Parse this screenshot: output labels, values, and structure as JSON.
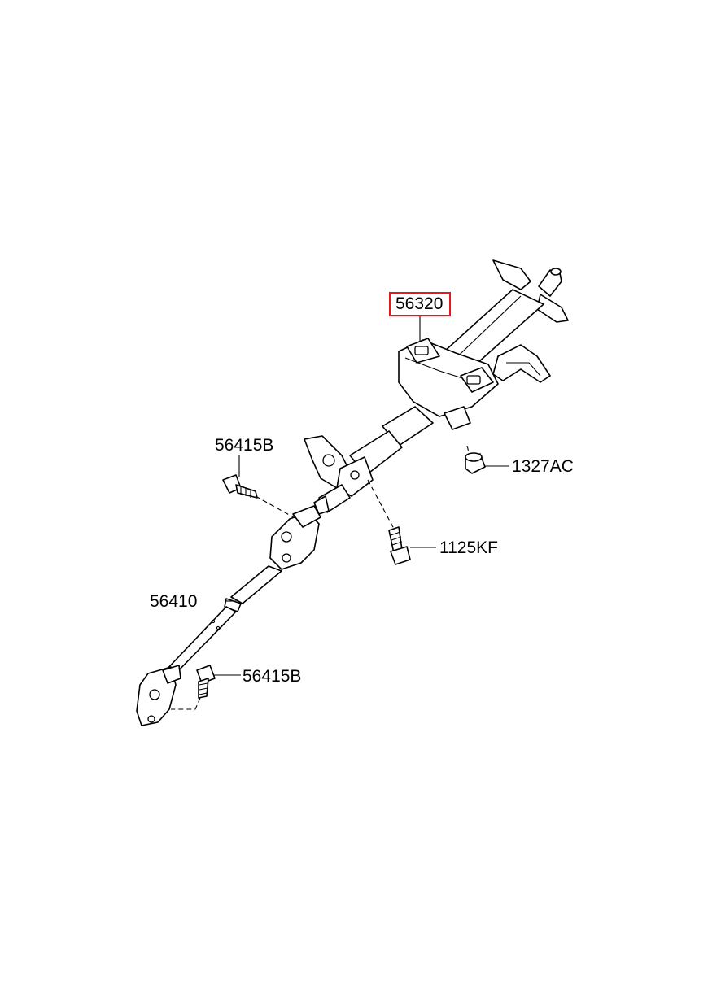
{
  "diagram": {
    "callouts": [
      {
        "id": "c56320",
        "text": "56320",
        "highlighted": true
      },
      {
        "id": "c56415B_top",
        "text": "56415B",
        "highlighted": false
      },
      {
        "id": "c1327AC",
        "text": "1327AC",
        "highlighted": false
      },
      {
        "id": "c1125KF",
        "text": "1125KF",
        "highlighted": false
      },
      {
        "id": "c56410",
        "text": "56410",
        "highlighted": false
      },
      {
        "id": "c56415B_bottom",
        "text": "56415B",
        "highlighted": false
      }
    ],
    "parts": [
      {
        "name": "steering-column-assembly-icon"
      },
      {
        "name": "bolt-icon"
      },
      {
        "name": "bushing-icon"
      },
      {
        "name": "universal-joint-shaft-icon"
      }
    ],
    "colors": {
      "highlight": "#e8161d",
      "line": "#000000",
      "background": "#ffffff"
    }
  }
}
